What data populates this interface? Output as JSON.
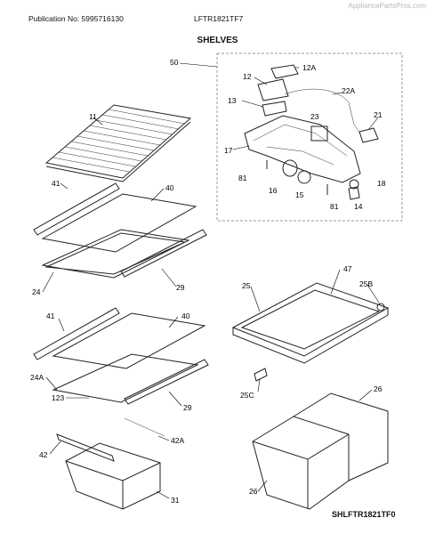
{
  "header": {
    "publication": "Publication No: 5995716130",
    "model": "LFTR1821TF7",
    "watermark": "AppliancePartsPros.com"
  },
  "title": "SHELVES",
  "footer_code": "SHLFTR1821TF0",
  "callouts": {
    "c50": "50",
    "c12": "12",
    "c12a": "12A",
    "c13": "13",
    "c22a": "22A",
    "c23": "23",
    "c21": "21",
    "c17": "17",
    "c81a": "81",
    "c16": "16",
    "c15": "15",
    "c81b": "81",
    "c18": "18",
    "c14": "14",
    "c11": "11",
    "c41a": "41",
    "c40a": "40",
    "c24": "24",
    "c29a": "29",
    "c47": "47",
    "c25": "25",
    "c25b": "25B",
    "c41b": "41",
    "c40b": "40",
    "c24a": "24A",
    "c123": "123",
    "c29b": "29",
    "c25c": "25C",
    "c26a": "26",
    "c42a": "42A",
    "c42": "42",
    "c31": "31",
    "c26b": "26"
  }
}
